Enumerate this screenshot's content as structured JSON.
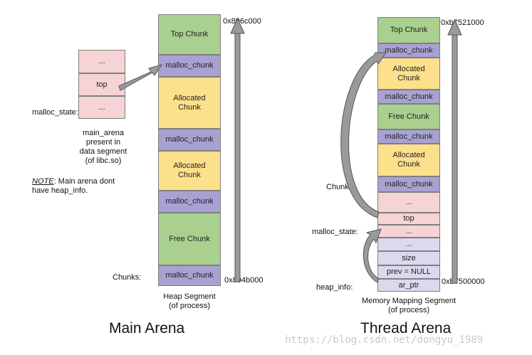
{
  "main_arena": {
    "title": "Main Arena",
    "state_box": [
      "...",
      "top",
      "..."
    ],
    "state_label": "malloc_state:",
    "caption": "main_arena\npresent in\ndata segment\n(of libc.so)",
    "note_label": "NOTE",
    "note_text": ": Main arena dont\nhave heap_info.",
    "chunks_label": "Chunks:",
    "segment": [
      {
        "label": "Top Chunk",
        "color": "#a9d08e"
      },
      {
        "label": "malloc_chunk",
        "color": "#a8a2d2"
      },
      {
        "label": "Allocated\nChunk",
        "color": "#fde08b"
      },
      {
        "label": "malloc_chunk",
        "color": "#a8a2d2"
      },
      {
        "label": "Allocated\nChunk",
        "color": "#fde08b"
      },
      {
        "label": "malloc_chunk",
        "color": "#a8a2d2"
      },
      {
        "label": "Free Chunk",
        "color": "#a9d08e"
      },
      {
        "label": "malloc_chunk",
        "color": "#a8a2d2"
      }
    ],
    "addr_top": "0x806c000",
    "addr_bottom": "0x804b000",
    "segment_caption": "Heap Segment\n(of process)"
  },
  "thread_arena": {
    "title": "Thread Arena",
    "segment": [
      {
        "label": "Top Chunk",
        "color": "#a9d08e"
      },
      {
        "label": "malloc_chunk",
        "color": "#a8a2d2"
      },
      {
        "label": "Allocated\nChunk",
        "color": "#fde08b"
      },
      {
        "label": "malloc_chunk",
        "color": "#a8a2d2"
      },
      {
        "label": "Free Chunk",
        "color": "#a9d08e"
      },
      {
        "label": "malloc_chunk",
        "color": "#a8a2d2"
      },
      {
        "label": "Allocated\nChunk",
        "color": "#fde08b"
      },
      {
        "label": "malloc_chunk",
        "color": "#a8a2d2"
      },
      {
        "label": "...",
        "color": "#f6d3d5"
      },
      {
        "label": "top",
        "color": "#f6d3d5"
      },
      {
        "label": "...",
        "color": "#f6d3d5"
      },
      {
        "label": "...",
        "color": "#dcd8ee"
      },
      {
        "label": "size",
        "color": "#dcd8ee"
      },
      {
        "label": "prev = NULL",
        "color": "#dcd8ee"
      },
      {
        "label": "ar_ptr",
        "color": "#dcd8ee"
      }
    ],
    "chunks_label": "Chunks:",
    "state_label": "malloc_state:",
    "heap_info_label": "heap_info:",
    "addr_top": "0xb7521000",
    "addr_bottom": "0xb7500000",
    "segment_caption": "Memory Mapping Segment\n(of process)"
  },
  "watermark": "https://blog.csdn.net/dongyu_1989"
}
